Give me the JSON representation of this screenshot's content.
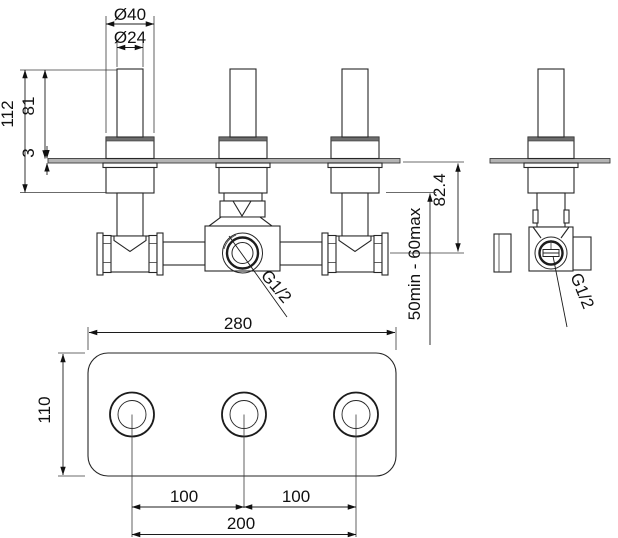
{
  "drawing": {
    "title": "3-hole concealed wall valve installation drawing",
    "views": [
      "front-elevation",
      "side-elevation",
      "face-plate-plan"
    ]
  },
  "labels": {
    "dia40": "Ø40",
    "dia24": "Ø24",
    "height112": "112",
    "height81": "81",
    "plate_thickness3": "3",
    "depth824": "82.4",
    "install_range": "50min - 60max",
    "thread_front": "G1/2",
    "thread_side": "G1/2",
    "width280": "280",
    "height110": "110",
    "spacing100_left": "100",
    "spacing100_right": "100",
    "spacing200": "200"
  },
  "colors": {
    "line": "#262626",
    "plate_fill": "#b3b3b3",
    "collar_band": "#6e6e6e",
    "background": "#ffffff"
  }
}
